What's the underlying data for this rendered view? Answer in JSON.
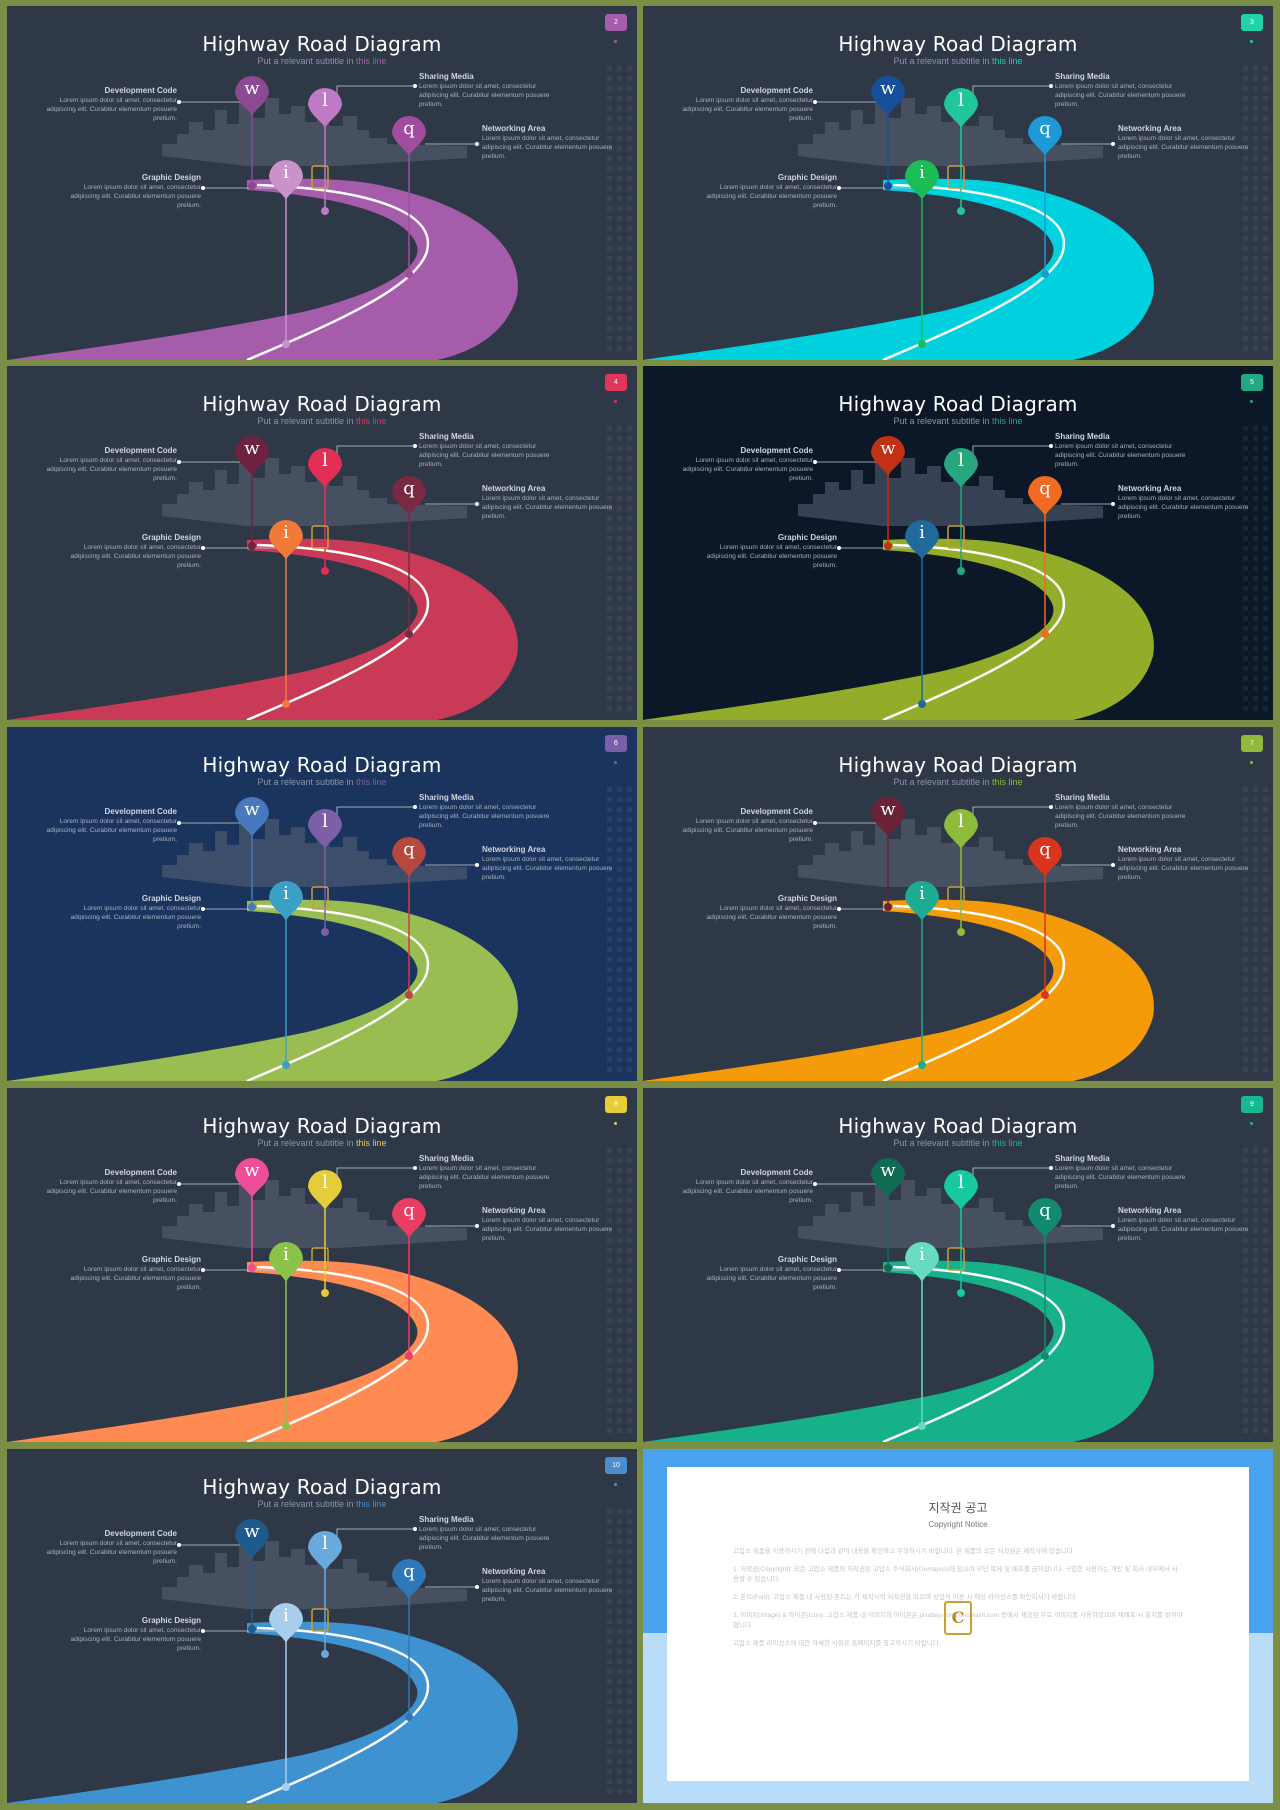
{
  "slide_title": "Highway Road Diagram",
  "subtitle_prefix": "Put a relevant subtitle in ",
  "subtitle_link": "this line",
  "labels": {
    "development": {
      "heading": "Development Code",
      "body": "Lorem ipsum dolor sit amet, consectetur adipiscing elit. Curabitur elementum posuere pretium."
    },
    "graphic": {
      "heading": "Graphic Design",
      "body": "Lorem ipsum dolor sit amet, consectetur adipiscing elit. Curabitur elementum posuere pretium."
    },
    "sharing": {
      "heading": "Sharing Media",
      "body": "Lorem ipsum dolor sit amet, consectetur adipiscing elit. Curabitur elementum posuere pretium."
    },
    "networking": {
      "heading": "Networking Area",
      "body": "Lorem ipsum dolor sit amet, consectetur adipiscing elit. Curabitur elementum posuere pretium."
    }
  },
  "pin_letters": {
    "w": "w",
    "l": "l",
    "q": "q",
    "i": "i"
  },
  "slides": [
    {
      "number": "2",
      "bg": "#2f3847",
      "road": "#a45cab",
      "accent": "#a45cab",
      "pins": {
        "w": "#8c4a93",
        "l": "#c07bc6",
        "q": "#a14c9f",
        "i": "#c992c9"
      }
    },
    {
      "number": "3",
      "bg": "#2f3847",
      "road": "#00d1de",
      "accent": "#1fd3a6",
      "pins": {
        "w": "#154f9a",
        "l": "#21c79a",
        "q": "#1d9ad6",
        "i": "#1bbd57"
      }
    },
    {
      "number": "4",
      "bg": "#2f3847",
      "road": "#c83a56",
      "accent": "#e0365a",
      "pins": {
        "w": "#6e2140",
        "l": "#e32f55",
        "q": "#7a2945",
        "i": "#f07b38"
      }
    },
    {
      "number": "5",
      "bg": "#0c1828",
      "road": "#93ac2a",
      "accent": "#22a781",
      "pins": {
        "w": "#c23016",
        "l": "#28a77f",
        "q": "#f06a22",
        "i": "#1f6a9a"
      }
    },
    {
      "number": "6",
      "bg": "#1b345e",
      "road": "#9abd52",
      "accent": "#7a5fa8",
      "pins": {
        "w": "#4879bc",
        "l": "#7d5fa8",
        "q": "#b8473e",
        "i": "#3aa0c4"
      }
    },
    {
      "number": "7",
      "bg": "#2f3847",
      "road": "#f59b0a",
      "accent": "#91b93a",
      "pins": {
        "w": "#6a2237",
        "l": "#8fbb3a",
        "q": "#d9341d",
        "i": "#1cac93"
      }
    },
    {
      "number": "8",
      "bg": "#2f3847",
      "road": "#ff8a52",
      "accent": "#e4cc3a",
      "pins": {
        "w": "#ee4d9a",
        "l": "#e4cc3a",
        "q": "#e93d63",
        "i": "#8ac24a"
      }
    },
    {
      "number": "9",
      "bg": "#2f3847",
      "road": "#16b089",
      "accent": "#17b991",
      "pins": {
        "w": "#136a52",
        "l": "#17c99e",
        "q": "#118a6e",
        "i": "#67dcc0"
      }
    },
    {
      "number": "10",
      "bg": "#2f3847",
      "road": "#3f92d0",
      "accent": "#4a8fcc",
      "pins": {
        "w": "#1e5a8c",
        "l": "#6aa9dc",
        "q": "#2e77b8",
        "i": "#a9cdec"
      }
    }
  ],
  "notice": {
    "title_ko": "지작권 공고",
    "title_en": "Copyright Notice",
    "p1": "고맙소 제품을 이용하시기 전에 다음과 같이 내용을 확인하고 주의하시기 바랍니다. 본 제품의 모든 저작권은 제작사에 있습니다.",
    "p2": "1. 저작권(Copyright): 모든 고맙소 제품의 저작권은 고맙소 주식회사(Gomapso)에 있으며 무단 복제 및 배포를 금지합니다. 구입한 사용자는 개인 및 회사 내부에서 사용할 수 있습니다.",
    "p3": "2. 폰트(Font): 고맙소 제품 내 사용된 폰트는 각 제작사의 저작권을 따르며 상업적 이용 시 해당 라이선스를 확인하시기 바랍니다.",
    "p4": "3. 이미지(Image) & 아이콘(Icon): 고맙소 제품 내 이미지와 아이콘은 pixabay.com, unsplash.com 등에서 제공된 무료 이미지를 사용하였으며 재배포 시 출처를 밝혀야 합니다.",
    "p5": "고맙소 제품 라이선스에 대한 자세한 사항은 홈페이지를 참고하시기 바랍니다.",
    "logo_letter": "C"
  }
}
